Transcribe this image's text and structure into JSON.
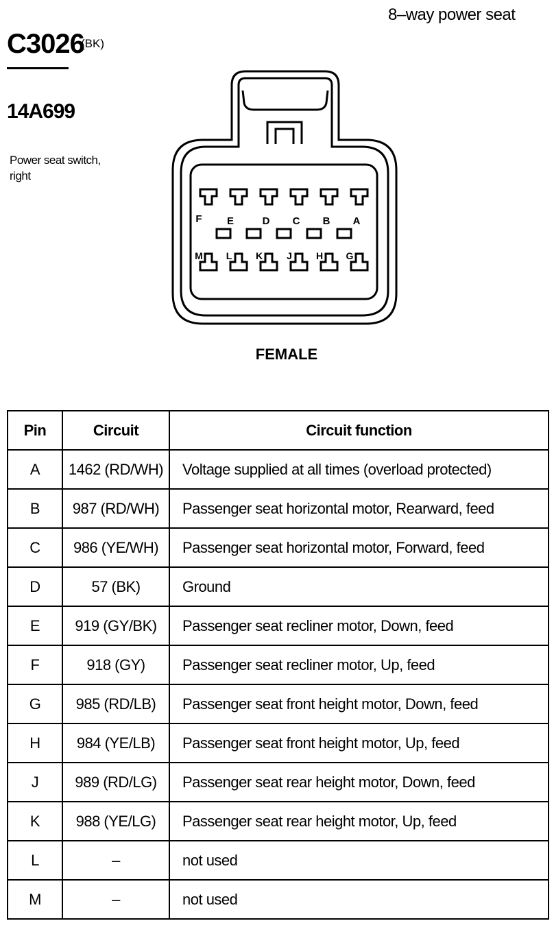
{
  "header": {
    "subtitle": "8–way power seat",
    "connector_id": "C3026",
    "color_code": "(BK)",
    "part_number": "14A699",
    "description": "Power seat switch, right"
  },
  "connector": {
    "gender": "FEMALE",
    "top_row_labels": [
      "F",
      "E",
      "D",
      "C",
      "B",
      "A"
    ],
    "bottom_row_labels": [
      "M",
      "L",
      "K",
      "J",
      "H",
      "G"
    ]
  },
  "table": {
    "columns": [
      "Pin",
      "Circuit",
      "Circuit function"
    ],
    "rows": [
      {
        "pin": "A",
        "circuit": "1462 (RD/WH)",
        "function": "Voltage supplied at all times (overload protected)"
      },
      {
        "pin": "B",
        "circuit": "987 (RD/WH)",
        "function": "Passenger seat horizontal motor, Rearward, feed"
      },
      {
        "pin": "C",
        "circuit": "986 (YE/WH)",
        "function": "Passenger seat horizontal motor, Forward, feed"
      },
      {
        "pin": "D",
        "circuit": "57 (BK)",
        "function": "Ground"
      },
      {
        "pin": "E",
        "circuit": "919 (GY/BK)",
        "function": "Passenger seat recliner motor, Down, feed"
      },
      {
        "pin": "F",
        "circuit": "918 (GY)",
        "function": "Passenger seat recliner motor, Up, feed"
      },
      {
        "pin": "G",
        "circuit": "985 (RD/LB)",
        "function": "Passenger seat front height motor, Down, feed"
      },
      {
        "pin": "H",
        "circuit": "984 (YE/LB)",
        "function": "Passenger seat front height motor, Up, feed"
      },
      {
        "pin": "J",
        "circuit": "989 (RD/LG)",
        "function": "Passenger seat rear height motor, Down, feed"
      },
      {
        "pin": "K",
        "circuit": "988 (YE/LG)",
        "function": "Passenger seat rear height motor, Up, feed"
      },
      {
        "pin": "L",
        "circuit": "–",
        "function": "not used"
      },
      {
        "pin": "M",
        "circuit": "–",
        "function": "not used"
      }
    ]
  }
}
